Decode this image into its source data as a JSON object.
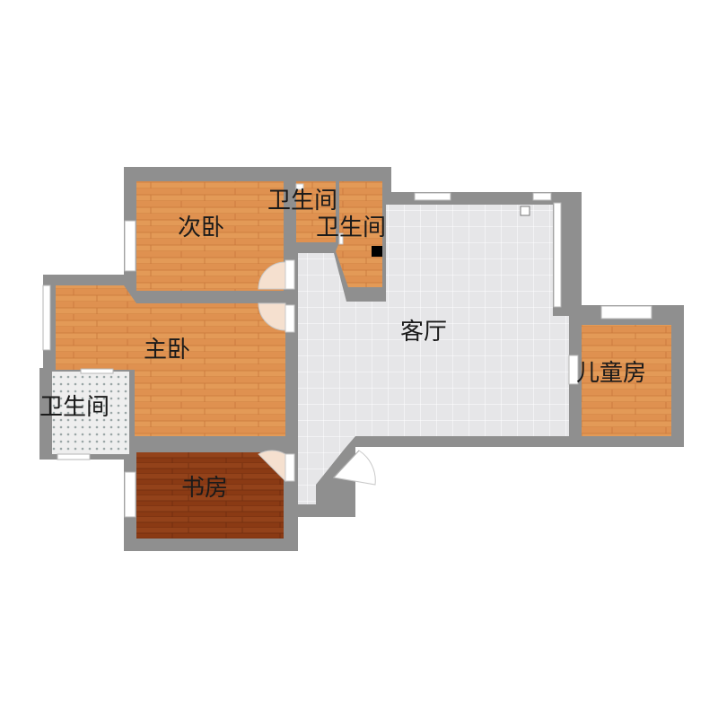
{
  "colors": {
    "wall": "#8f8f8f",
    "wood_light": "#e39a57",
    "wood_mid": "#d9803e",
    "wood_dark": "#8a3a14",
    "tile": "#e6e6e8",
    "tile_line": "#ffffff",
    "bath_tile": "#f2f2f2",
    "window": "#ffffff"
  },
  "rooms": {
    "second_bedroom": {
      "label": "次卧"
    },
    "bathroom_top_a": {
      "label": "卫生间"
    },
    "bathroom_top_b": {
      "label": "卫生间"
    },
    "living_room": {
      "label": "客厅"
    },
    "master_bedroom": {
      "label": "主卧"
    },
    "bathroom_left": {
      "label": "卫生间"
    },
    "study": {
      "label": "书房"
    },
    "kids_room": {
      "label": "儿童房"
    }
  }
}
